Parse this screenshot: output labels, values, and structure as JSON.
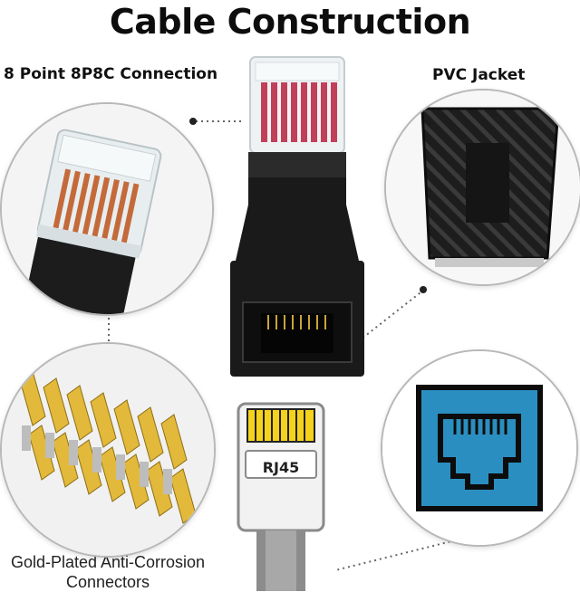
{
  "header": {
    "title": "Cable Construction"
  },
  "callouts": {
    "connection": "8 Point 8P8C Connection",
    "jacket": "PVC Jacket",
    "gold_line1": "Gold-Plated Anti-Corrosion",
    "gold_line2": "Connectors"
  },
  "plug": {
    "label": "RJ45"
  },
  "colors": {
    "adapter_body": "#1a1a1a",
    "gold": "#e2b93b",
    "jack_blue": "#2a8fc0",
    "plug_yellow": "#f5d21c",
    "contacts_red": "#c0405a"
  }
}
